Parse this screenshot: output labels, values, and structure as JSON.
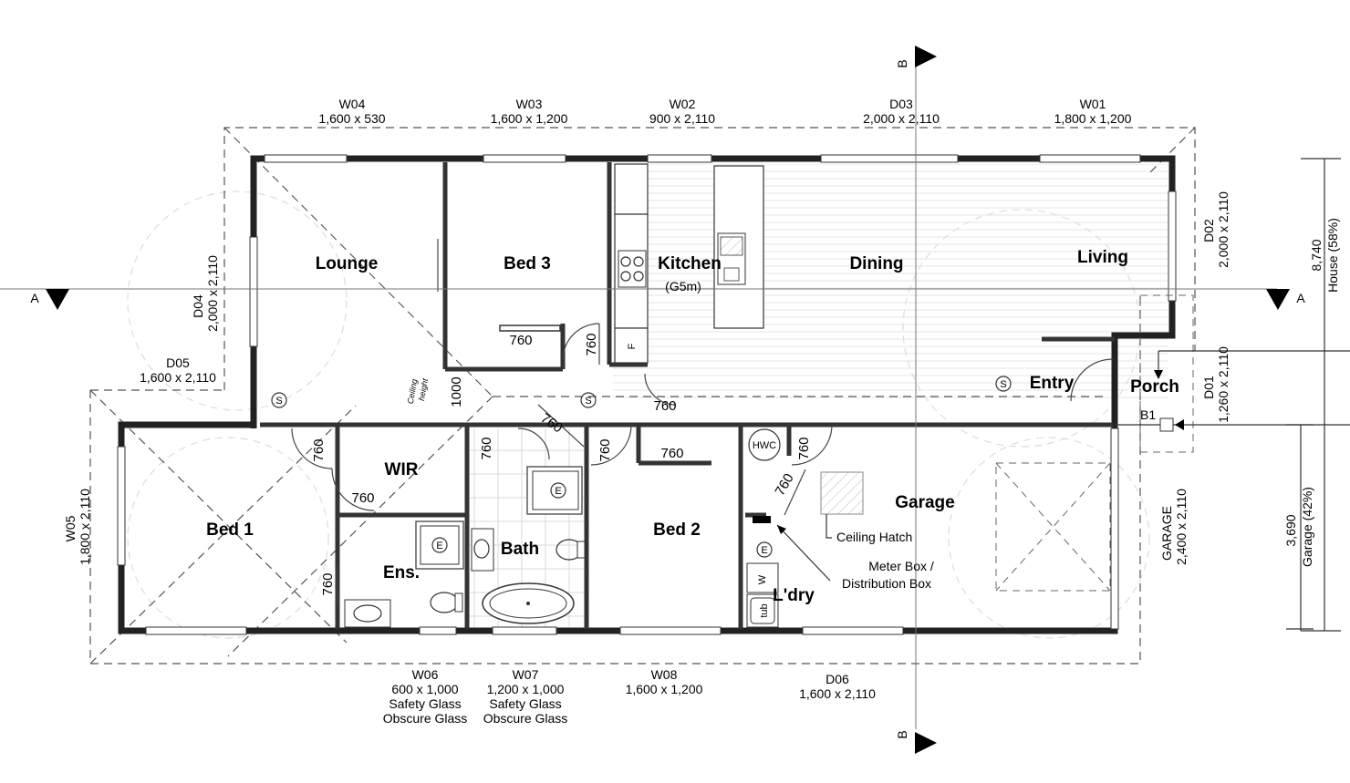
{
  "plan": {
    "rooms": {
      "lounge": "Lounge",
      "bed3": "Bed 3",
      "kitchen": "Kitchen",
      "kitchen_note": "(G5m)",
      "dining": "Dining",
      "living": "Living",
      "entry": "Entry",
      "porch": "Porch",
      "wir": "WIR",
      "bed1": "Bed 1",
      "ens": "Ens.",
      "bath": "Bath",
      "bed2": "Bed 2",
      "laundry": "L'dry",
      "garage": "Garage"
    },
    "windows": [
      {
        "code": "W04",
        "size": "1,600 x 530"
      },
      {
        "code": "W03",
        "size": "1,600 x 1,200"
      },
      {
        "code": "W02",
        "size": "900 x 2,110"
      },
      {
        "code": "D03",
        "size": "2,000 x 2,110"
      },
      {
        "code": "W01",
        "size": "1,800 x 1,200"
      }
    ],
    "bottom_windows": [
      {
        "code": "W06",
        "size": "600 x 1,000",
        "note1": "Safety Glass",
        "note2": "Obscure Glass"
      },
      {
        "code": "W07",
        "size": "1,200 x 1,000",
        "note1": "Safety Glass",
        "note2": "Obscure Glass"
      },
      {
        "code": "W08",
        "size": "1,600 x 1,200"
      },
      {
        "code": "D06",
        "size": "1,600 x 2,110"
      }
    ],
    "side_doors": {
      "d04_code": "D04",
      "d04_size": "2,000 x 2,110",
      "d05_code": "D05",
      "d05_size": "1,600 x 2,110",
      "w05_code": "W05",
      "w05_size": "1,800 x 2,110",
      "d02_code": "D02",
      "d02_size": "2,000 x 2,110",
      "d01_code": "D01",
      "d01_size": "1,260 x 2,110",
      "garage_code": "GARAGE",
      "garage_size": "2,400 x 2,110"
    },
    "door_widths": {
      "bed3_door": "760",
      "kitchen_side": "760",
      "kitchen_door": "760",
      "lounge_door": "760",
      "wir_left": "760",
      "wir_right": "760",
      "bath_diag": "760",
      "bath_door": "760",
      "bed2_door": "760",
      "wir_bottom": "760",
      "ens_door": "760",
      "ldry_door": "760",
      "ldry_diag": "760",
      "hall_1000": "1000"
    },
    "annotations": {
      "ceiling_height_1": "Ceiling",
      "ceiling_height_2": "height",
      "ceiling_hatch": "Ceiling Hatch",
      "meter_box_1": "Meter Box /",
      "meter_box_2": "Distribution Box",
      "hwc": "HWC",
      "tub": "tub",
      "w_mark": "W",
      "fridge": "F",
      "smoke": "S",
      "extract": "E",
      "b1": "B1"
    },
    "sections": {
      "a_left": "A",
      "a_right": "A",
      "b_top": "B",
      "b_bottom": "B"
    },
    "dims": {
      "total": "8,740",
      "total_label": "House (58%)",
      "garage": "3,690",
      "garage_label": "Garage (42%)"
    }
  }
}
